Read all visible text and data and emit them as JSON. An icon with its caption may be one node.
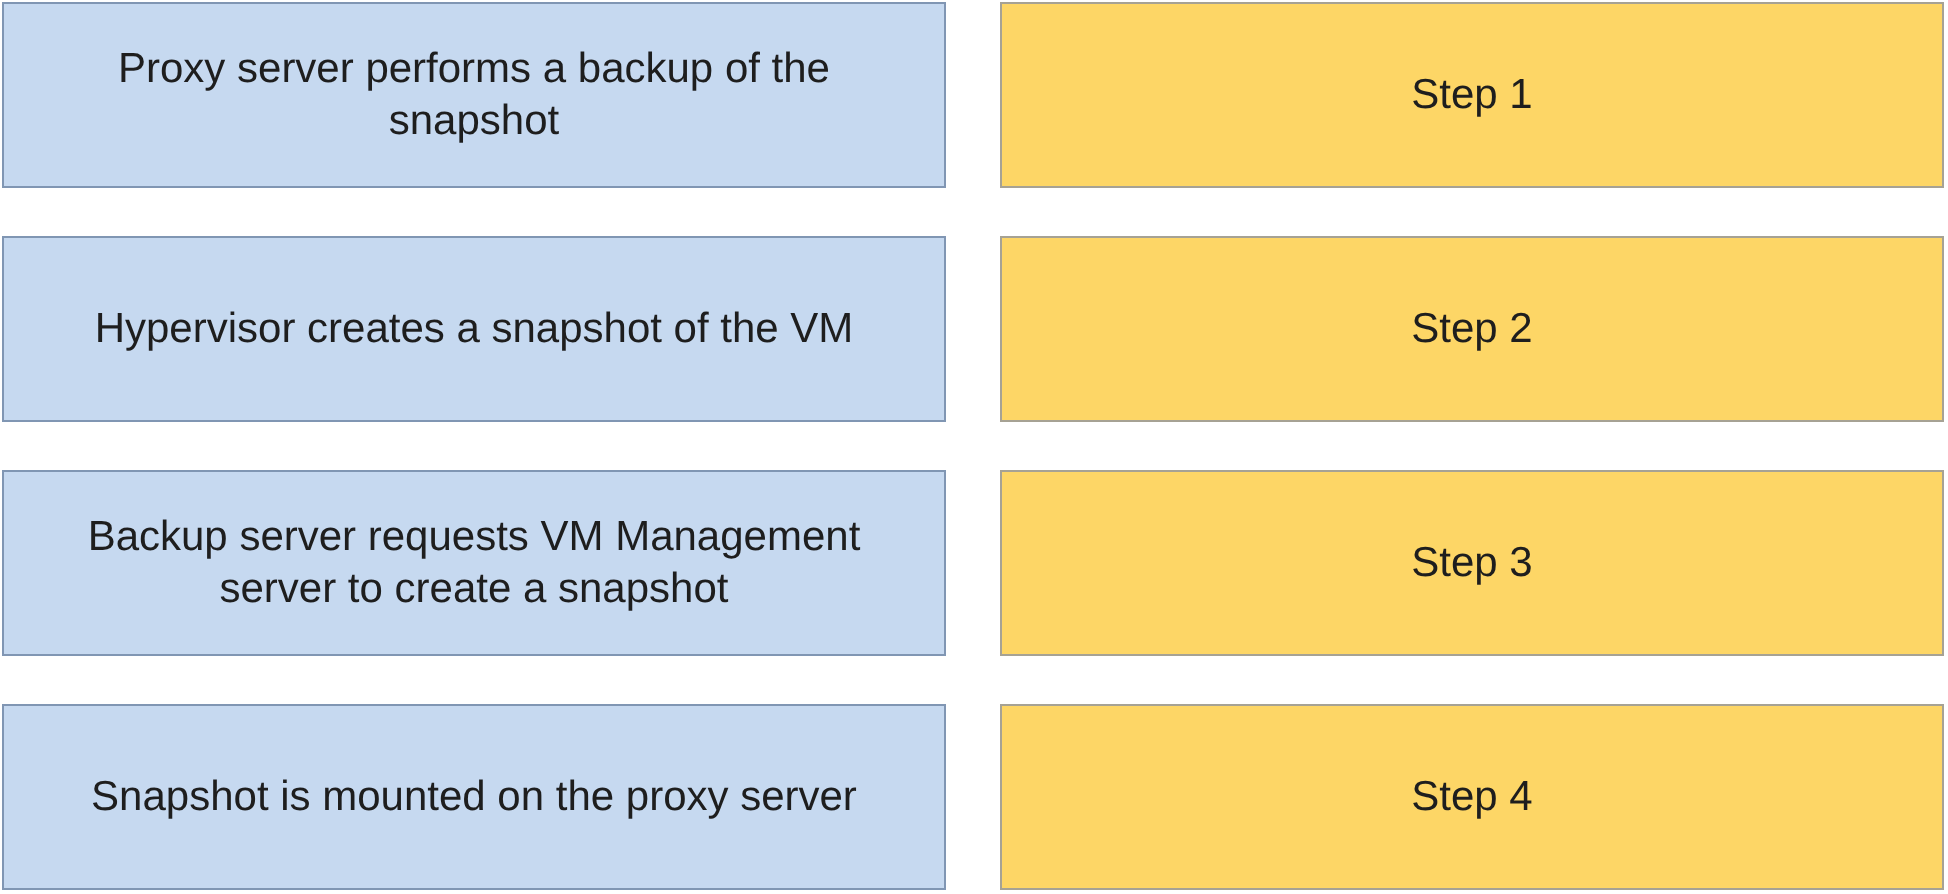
{
  "diagram": {
    "nodes": [
      {
        "text": [
          "Proxy server performs a backup of the snapshot"
        ]
      },
      {
        "text": [
          "Step 1"
        ]
      },
      {
        "text": [
          "Hypervisor creates a snapshot of the VM"
        ]
      },
      {
        "text": [
          "Step 2"
        ]
      },
      {
        "text": [
          "Backup server requests VM Management server to create a snapshot"
        ]
      },
      {
        "text": [
          "Step 3"
        ]
      },
      {
        "text": [
          "Snapshot is mounted on the proxy server"
        ]
      },
      {
        "text": [
          "Step 4"
        ]
      }
    ]
  }
}
